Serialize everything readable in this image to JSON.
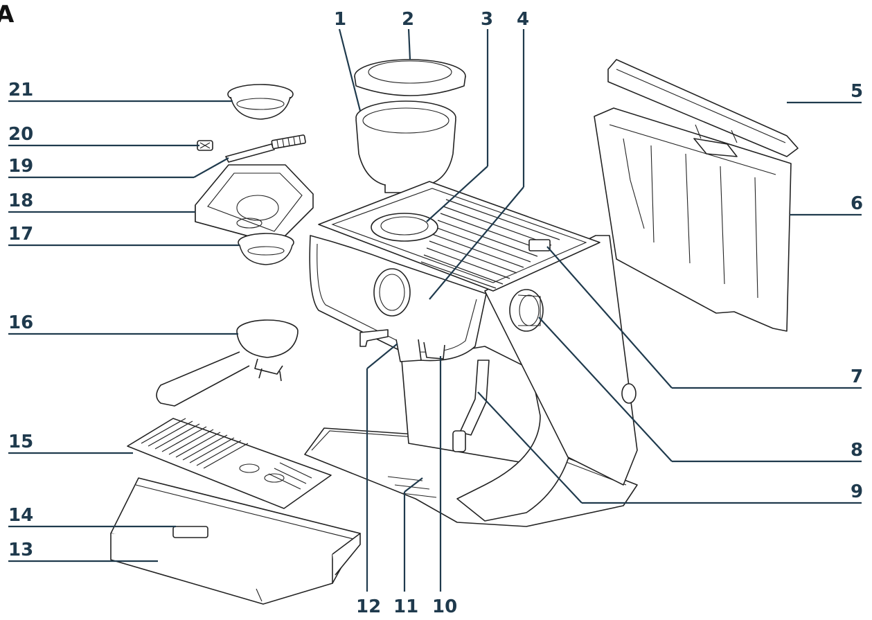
{
  "figure": {
    "letter": "A"
  },
  "labels": {
    "n1": "1",
    "n2": "2",
    "n3": "3",
    "n4": "4",
    "n5": "5",
    "n6": "6",
    "n7": "7",
    "n8": "8",
    "n9": "9",
    "n10": "10",
    "n11": "11",
    "n12": "12",
    "n13": "13",
    "n14": "14",
    "n15": "15",
    "n16": "16",
    "n17": "17",
    "n18": "18",
    "n19": "19",
    "n20": "20",
    "n21": "21"
  },
  "colors": {
    "label": "#1f3a4d",
    "lines": "#222222"
  }
}
